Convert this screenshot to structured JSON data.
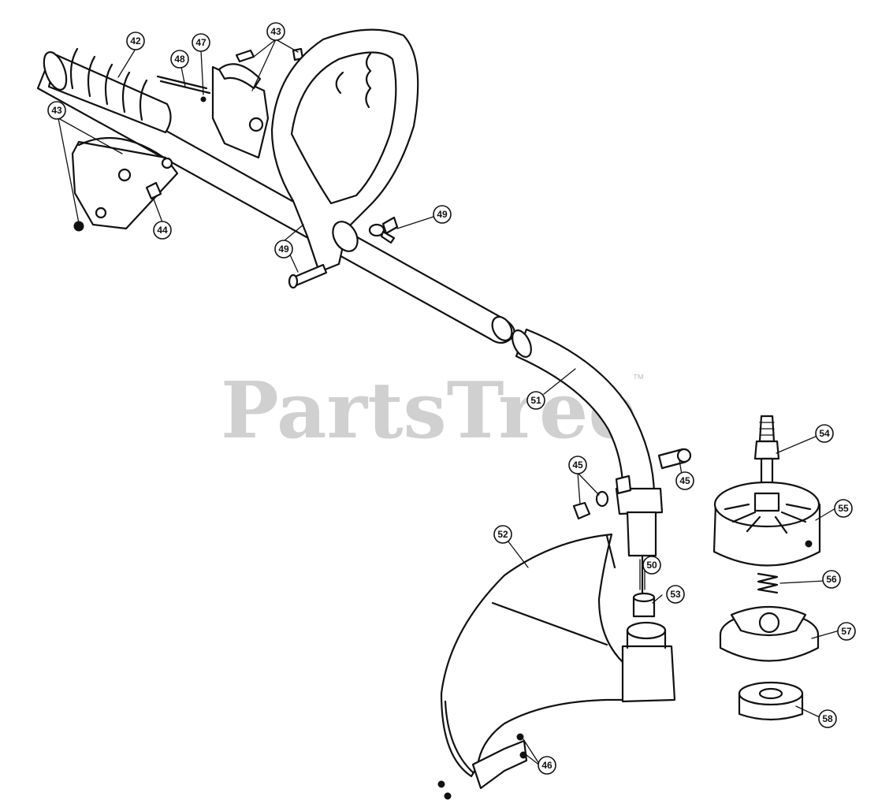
{
  "watermark": {
    "text": "PartsTree",
    "trademark": "™"
  },
  "callouts": {
    "c42": "42",
    "c47": "47",
    "c48": "48",
    "c43a": "43",
    "c43b": "43",
    "c44": "44",
    "c49a": "49",
    "c49b": "49",
    "c51": "51",
    "c45a": "45",
    "c45b": "45",
    "c54": "54",
    "c55": "55",
    "c52": "52",
    "c50": "50",
    "c53": "53",
    "c56": "56",
    "c57": "57",
    "c58": "58",
    "c46": "46"
  }
}
